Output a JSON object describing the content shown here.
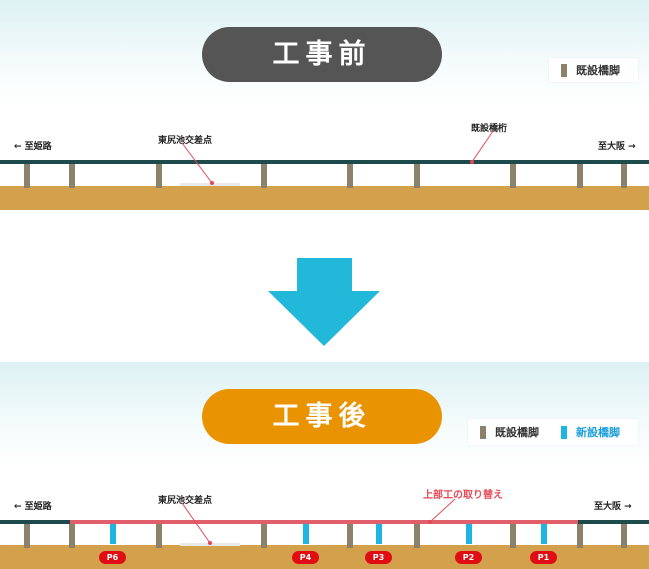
{
  "before": {
    "title": "工事前",
    "legend": {
      "existing_pier": "既設橋脚"
    },
    "direction_left": "← 至姫路",
    "direction_right": "至大阪 →",
    "intersection_label": "東尻池交差点",
    "girder_label": "既設橋桁"
  },
  "after": {
    "title": "工事後",
    "legend": {
      "existing_pier": "既設橋脚",
      "new_pier": "新設橋脚"
    },
    "direction_left": "← 至姫路",
    "direction_right": "至大阪 →",
    "intersection_label": "東尻池交差点",
    "replacement_label": "上部工の取り替え",
    "piers": [
      "P6",
      "P4",
      "P3",
      "P2",
      "P1"
    ]
  },
  "colors": {
    "before_pill": "#555555",
    "after_pill": "#ea9300",
    "arrow": "#21b8da",
    "existing_pier": "#8a826a",
    "new_pier": "#1fb5e3",
    "ground": "#d3a04b",
    "existing_deck": "#1f4a4c",
    "new_deck": "#e05f6a",
    "pier_badge": "#e00e14"
  }
}
